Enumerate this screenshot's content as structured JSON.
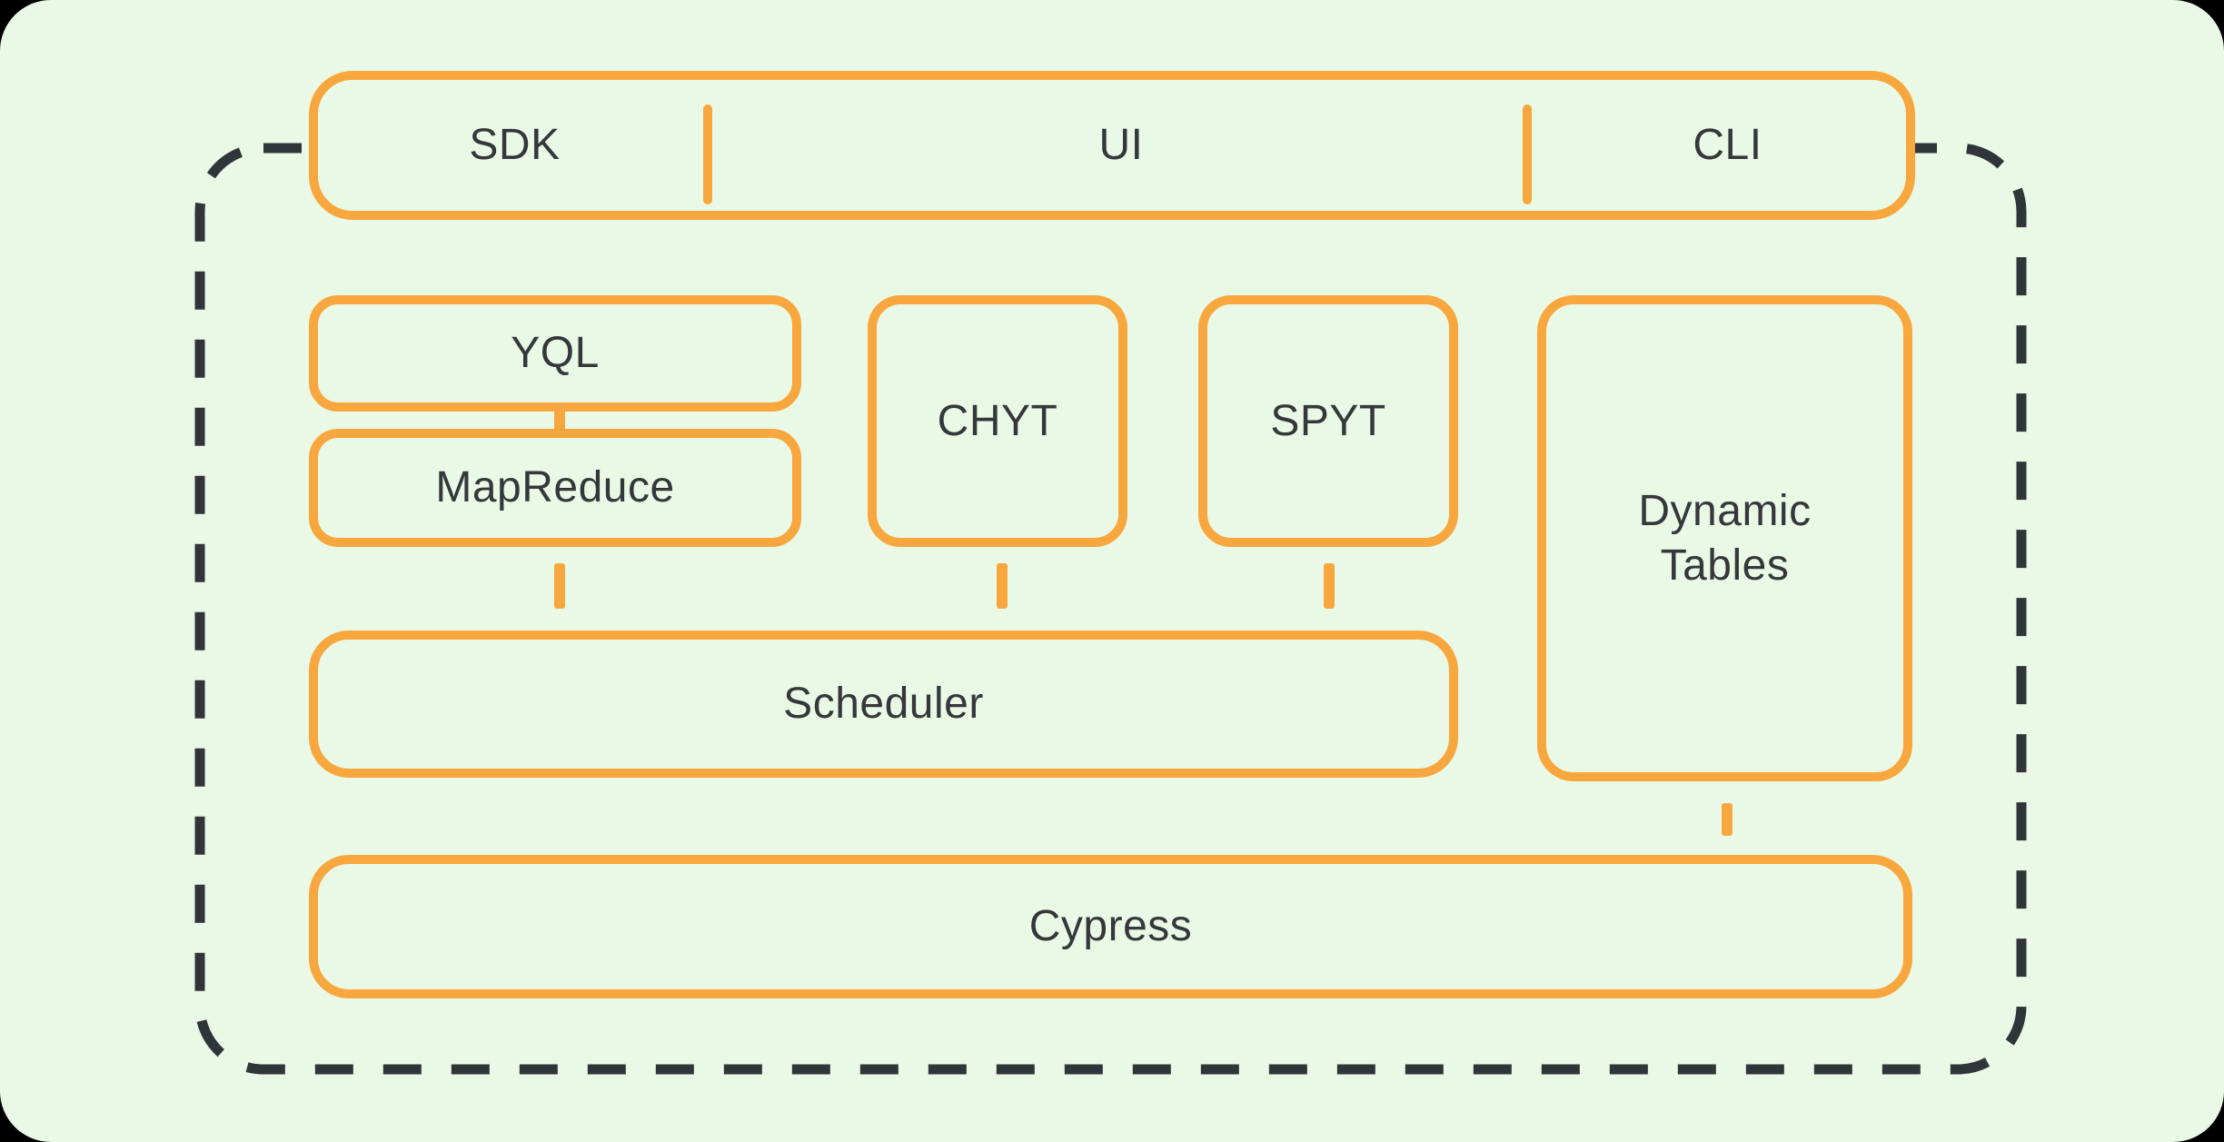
{
  "diagram": {
    "colors": {
      "page_black": "#000000",
      "canvas_green": "#EAF9E5",
      "accent_orange": "#F8A73E",
      "boundary_dark": "#2F3539",
      "text_dark": "#33383B"
    },
    "top_bar": {
      "sdk_label": "SDK",
      "ui_label": "UI",
      "cli_label": "CLI"
    },
    "nodes": {
      "yql": "YQL",
      "mapreduce": "MapReduce",
      "chyt": "CHYT",
      "spyt": "SPYT",
      "dynamic_tables": "Dynamic\nTables",
      "scheduler": "Scheduler",
      "cypress": "Cypress"
    }
  }
}
